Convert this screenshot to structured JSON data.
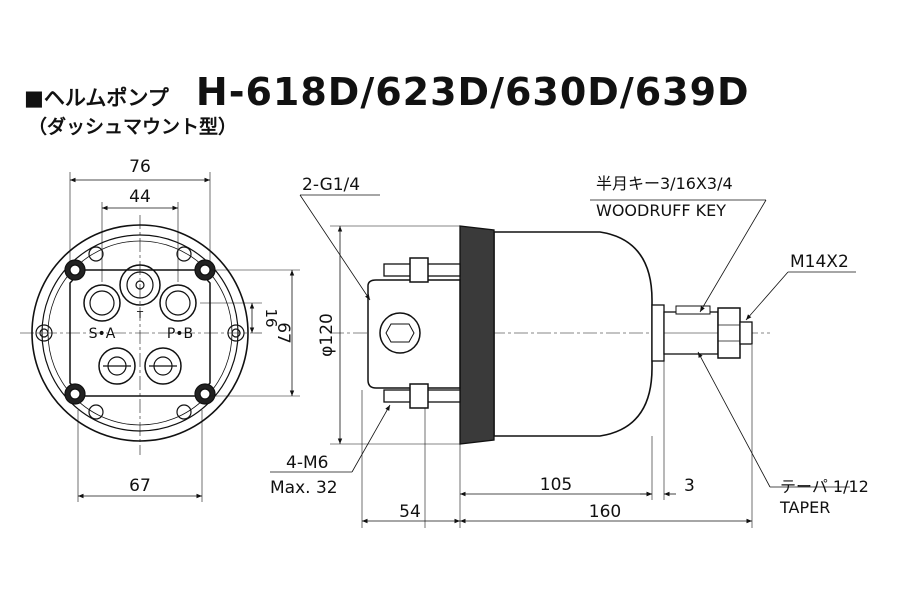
{
  "header": {
    "title_prefix": "■ヘルムポンプ",
    "model": "H-618D/623D/630D/639D",
    "subtitle": "（ダッシュマウント型）"
  },
  "front_view": {
    "dim_outer_width": "76",
    "dim_inner_width": "44",
    "dim_bottom_width": "67",
    "dim_port_offset": "16",
    "dim_height": "67",
    "port_label_left": "S•A",
    "port_label_right": "P•B",
    "port_label_top": "T"
  },
  "side_view": {
    "port_thread": "2-G1/4",
    "diameter": "φ120",
    "key_jp": "半月キー3/16X3/4",
    "key_en": "WOODRUFF KEY",
    "shaft_thread": "M14X2",
    "mount_bolt": "4-M6",
    "mount_depth": "Max. 32",
    "dim_body_length": "105",
    "dim_taper_step": "3",
    "dim_flange_to_bolt": "54",
    "dim_total_length": "160",
    "taper_jp": "テーパ 1/12",
    "taper_en": "TAPER"
  }
}
